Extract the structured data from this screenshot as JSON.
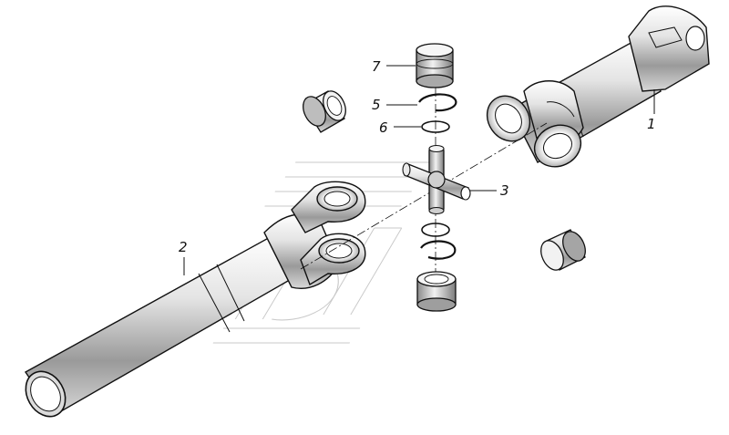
{
  "diagram": {
    "type": "exploded-parts-view",
    "callouts": [
      {
        "id": "callout-1",
        "text": "1"
      },
      {
        "id": "callout-2",
        "text": "2"
      },
      {
        "id": "callout-3",
        "text": "3"
      },
      {
        "id": "callout-5",
        "text": "5"
      },
      {
        "id": "callout-6",
        "text": "6"
      },
      {
        "id": "callout-7",
        "text": "7"
      }
    ]
  }
}
